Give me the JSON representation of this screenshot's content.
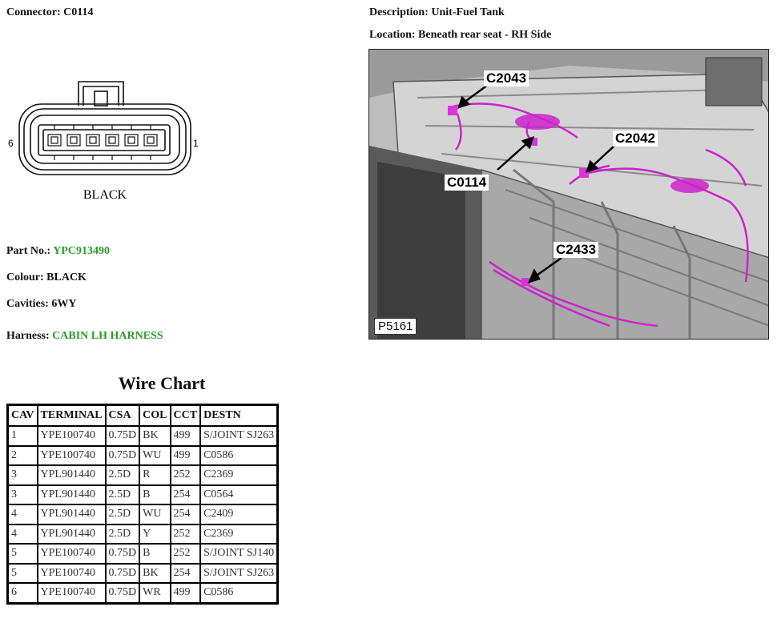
{
  "header": {
    "connector_label": "Connector: C0114",
    "description_label": "Description: Unit-Fuel Tank",
    "location_label": "Location: Beneath rear seat - RH Side"
  },
  "connector": {
    "pin_left": "6",
    "pin_right": "1",
    "color_text": "BLACK"
  },
  "details": {
    "part_no_label": "Part No.: ",
    "part_no_value": "YPC913490",
    "colour": "Colour: BLACK",
    "cavities": "Cavities: 6WY",
    "harness_label": "Harness: ",
    "harness_value": "CABIN LH HARNESS"
  },
  "photo": {
    "callouts": [
      "C2043",
      "C2042",
      "C0114",
      "C2433"
    ],
    "id": "P5161",
    "colors": {
      "harness": "#cc22cc",
      "panel": "#c8c8c8",
      "shadow": "#8a8a8a"
    }
  },
  "wire_chart": {
    "title": "Wire Chart",
    "columns": [
      "CAV",
      "TERMINAL",
      "CSA",
      "COL",
      "CCT",
      "DESTN"
    ],
    "rows": [
      [
        "1",
        "YPE100740",
        "0.75D",
        "BK",
        "499",
        "S/JOINT SJ263"
      ],
      [
        "2",
        "YPE100740",
        "0.75D",
        "WU",
        "499",
        "C0586"
      ],
      [
        "3",
        "YPL901440",
        "2.5D",
        "R",
        "252",
        "C2369"
      ],
      [
        "3",
        "YPL901440",
        "2.5D",
        "B",
        "254",
        "C0564"
      ],
      [
        "4",
        "YPL901440",
        "2.5D",
        "WU",
        "254",
        "C2409"
      ],
      [
        "4",
        "YPL901440",
        "2.5D",
        "Y",
        "252",
        "C2369"
      ],
      [
        "5",
        "YPE100740",
        "0.75D",
        "B",
        "252",
        "S/JOINT SJ140"
      ],
      [
        "5",
        "YPE100740",
        "0.75D",
        "BK",
        "254",
        "S/JOINT SJ263"
      ],
      [
        "6",
        "YPE100740",
        "0.75D",
        "WR",
        "499",
        "C0586"
      ]
    ]
  }
}
